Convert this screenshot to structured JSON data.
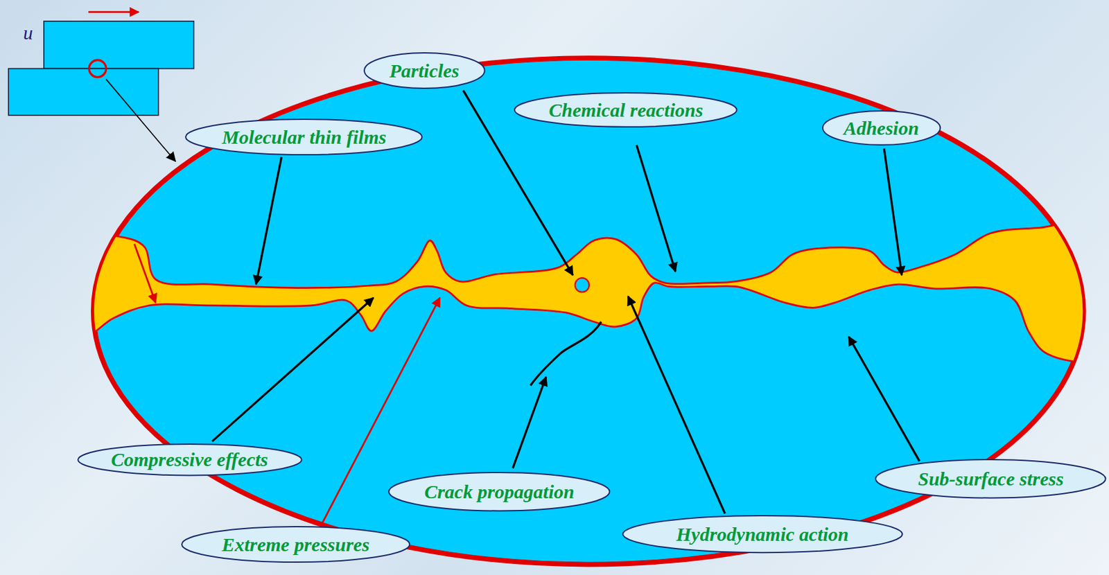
{
  "diagram": {
    "nodes": [
      {
        "text": [
          "Particles"
        ]
      },
      {
        "text": [
          "Chemical reactions"
        ]
      },
      {
        "text": [
          "Molecular thin films"
        ]
      },
      {
        "text": [
          "Adhesion"
        ]
      },
      {
        "text": [
          "Compressive effects"
        ]
      },
      {
        "text": [
          "Sub-surface stress"
        ]
      },
      {
        "text": [
          "Crack propagation"
        ]
      },
      {
        "text": [
          "Hydrodynamic action"
        ]
      },
      {
        "text": [
          "Extreme pressures"
        ]
      }
    ],
    "labels": [
      "u"
    ]
  }
}
